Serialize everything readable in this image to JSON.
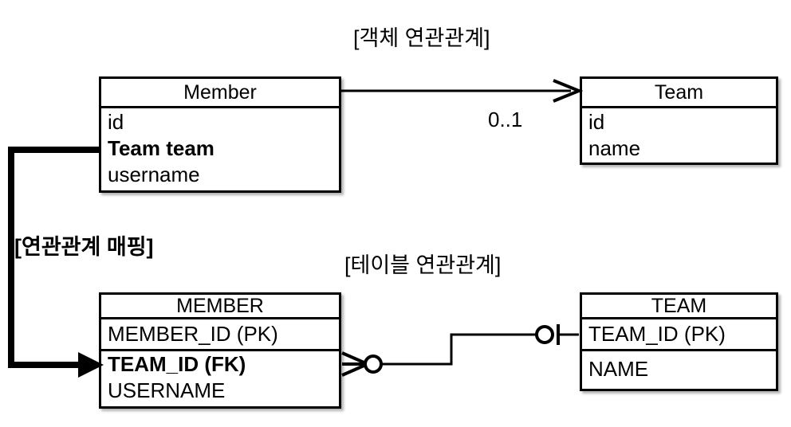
{
  "diagram": {
    "captions": {
      "object_relation": "[객체 연관관계]",
      "table_relation": "[테이블 연관관계]",
      "mapping": "[연관관계 매핑]"
    },
    "object_model": {
      "member": {
        "title": "Member",
        "fields": [
          {
            "label": "id",
            "bold": false
          },
          {
            "label": "Team team",
            "bold": true
          },
          {
            "label": "username",
            "bold": false
          }
        ]
      },
      "team": {
        "title": "Team",
        "fields": [
          {
            "label": "id",
            "bold": false
          },
          {
            "label": "name",
            "bold": false
          }
        ]
      },
      "association": {
        "multiplicity": "0..1",
        "arrow": "open-arrow-right"
      }
    },
    "table_model": {
      "member": {
        "title": "MEMBER",
        "columns": [
          {
            "label": "MEMBER_ID (PK)",
            "bold": false
          },
          {
            "label": "TEAM_ID (FK)",
            "bold": true
          },
          {
            "label": "USERNAME",
            "bold": false
          }
        ]
      },
      "team": {
        "title": "TEAM",
        "columns": [
          {
            "label": "TEAM_ID (PK)",
            "bold": false
          },
          {
            "label": "NAME",
            "bold": false
          }
        ]
      },
      "relationship": {
        "left_end": "crows-foot-zero-or-many",
        "right_end": "zero-or-one"
      }
    },
    "mapping_arrow": {
      "from": "Team team",
      "to": "TEAM_ID (FK)",
      "style": "thick-elbow-arrow"
    },
    "colors": {
      "stroke": "#000000",
      "fill": "#ffffff",
      "text": "#000000"
    }
  }
}
